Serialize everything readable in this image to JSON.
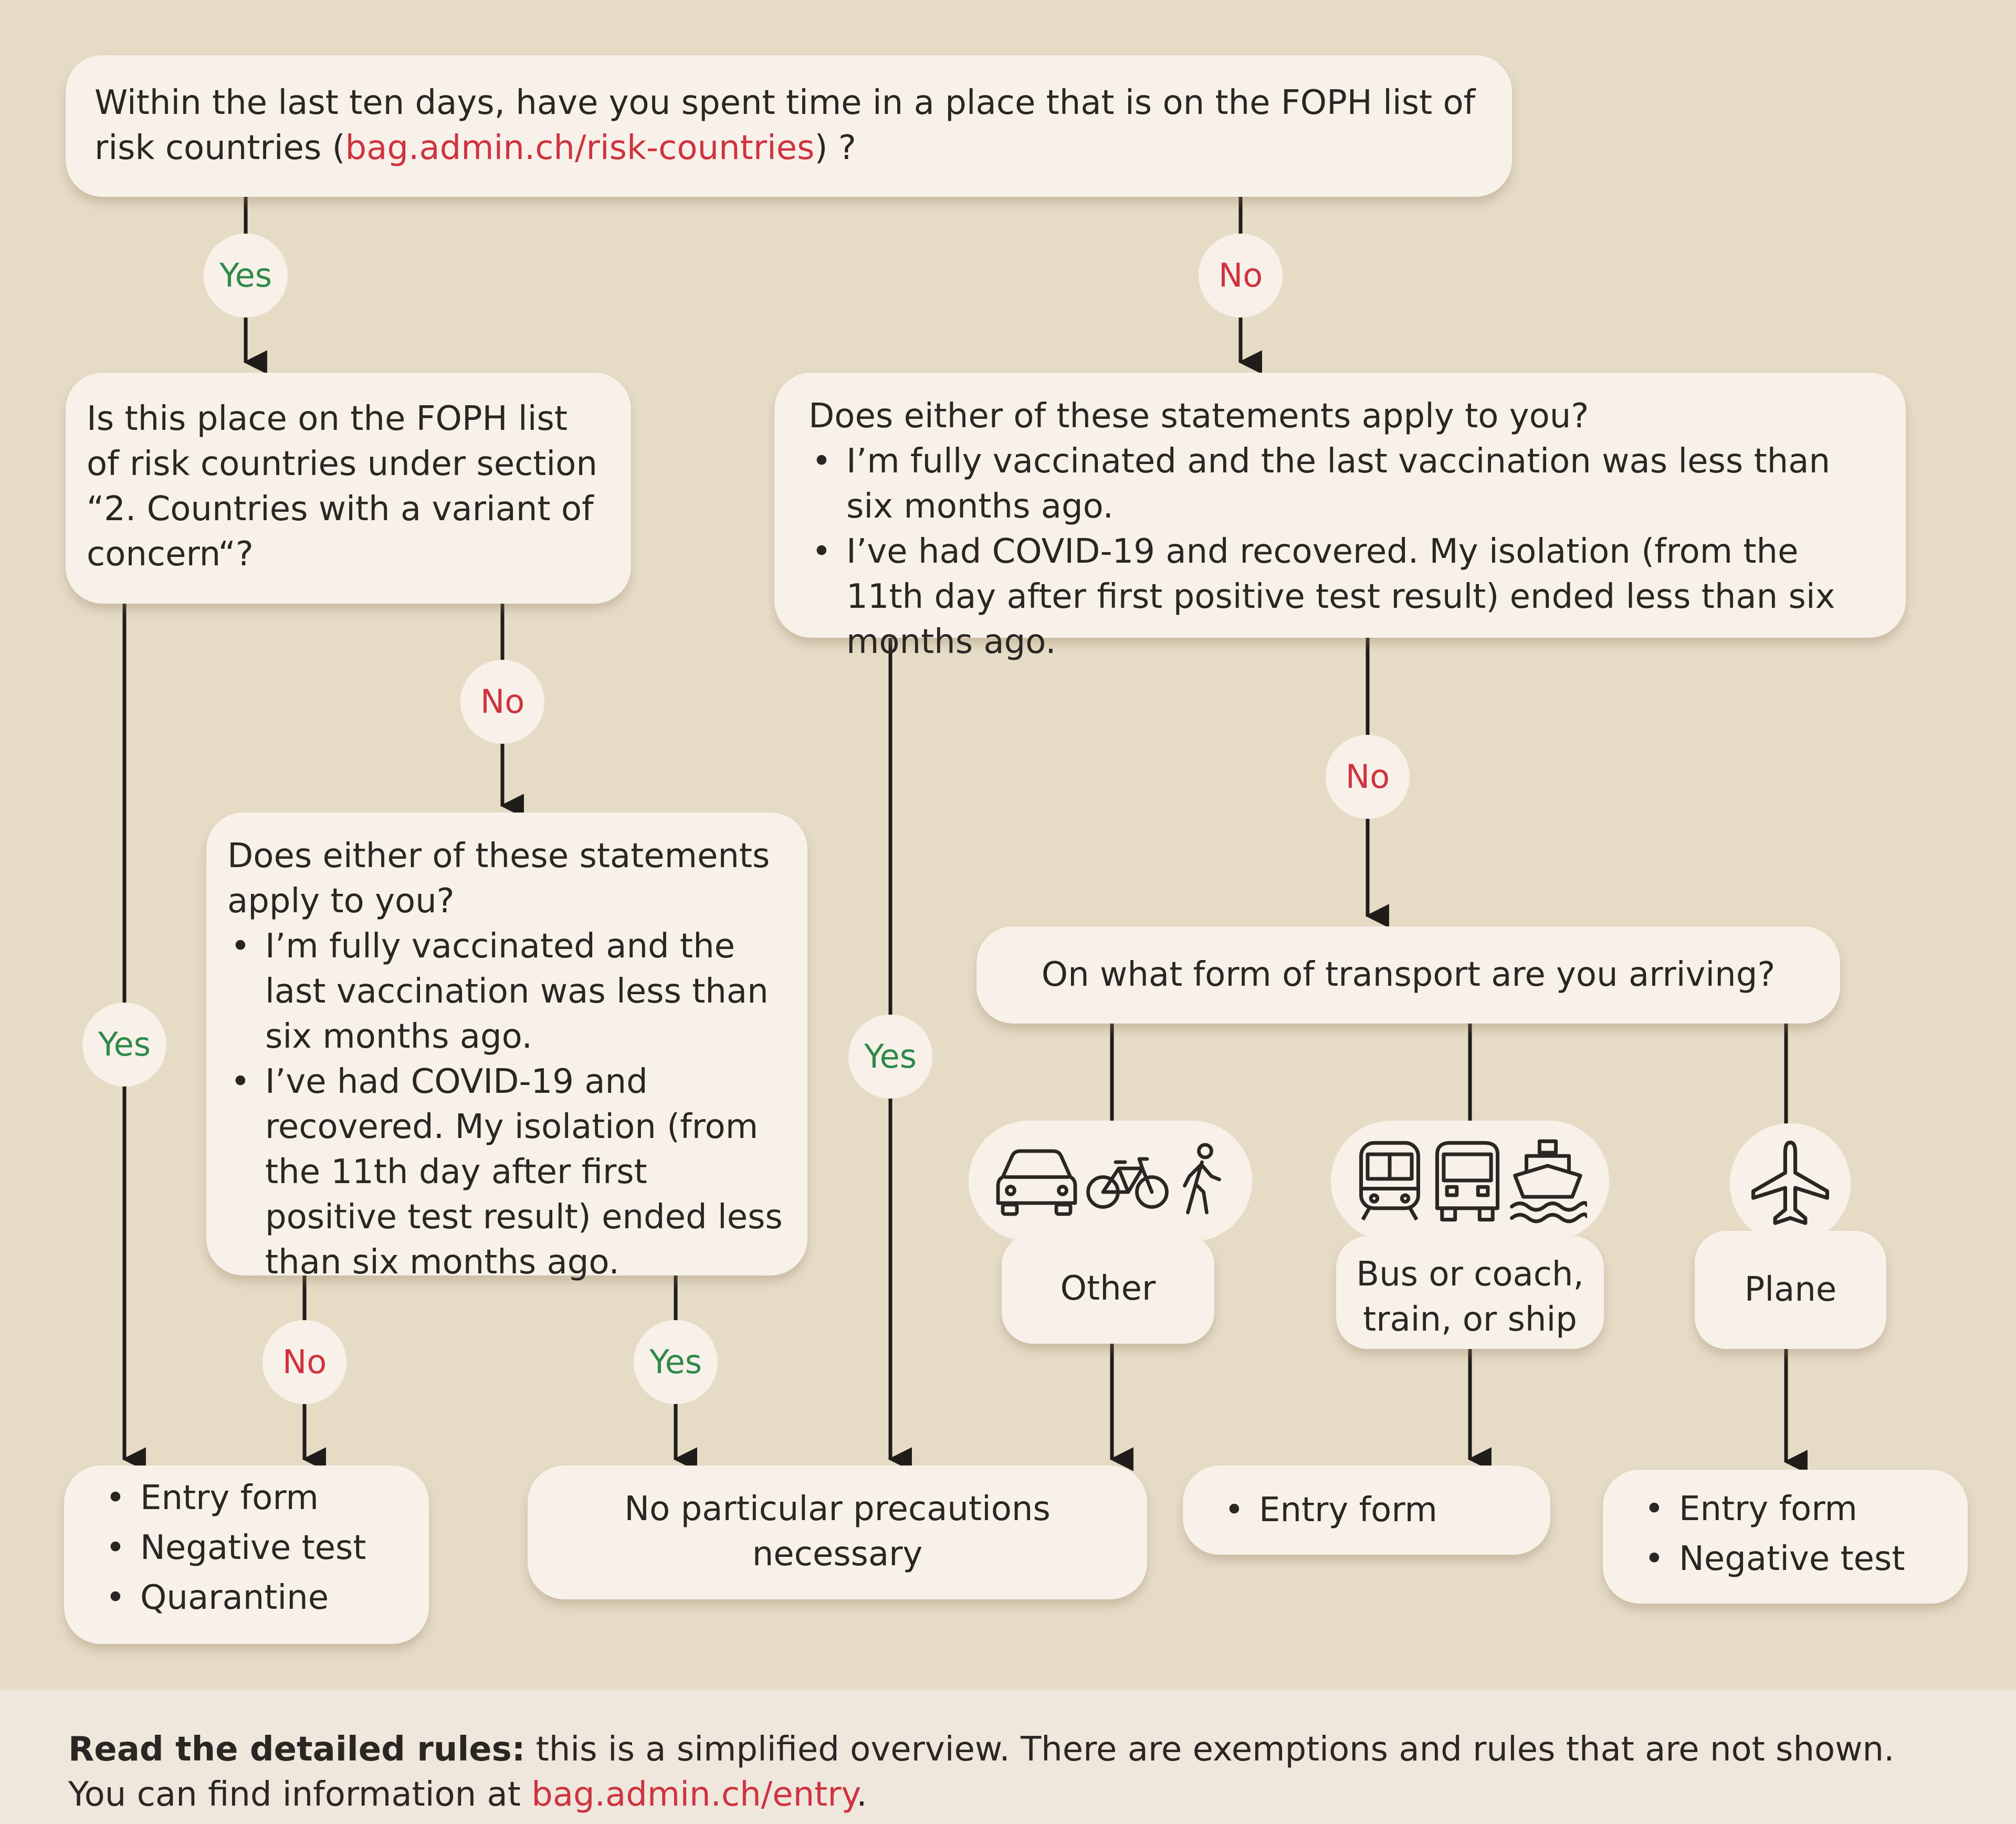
{
  "q1": {
    "text_before": "Within the last ten days, have you spent time in a place that is on the FOPH list of risk countries (",
    "link": "bag.admin.ch/risk-countries",
    "text_after": ") ?"
  },
  "q2": {
    "text": "Is this place on the FOPH list of risk countries under section “2. Countries with a variant of concern“?"
  },
  "q3": {
    "lead": "Does either of these statements apply to you?",
    "bullets": [
      "I’m fully vaccinated and the last vaccination was less than six months ago.",
      "I’ve had COVID-19 and recovered. My isolation (from the 11th day after first positive test result) ended less than six months ago."
    ]
  },
  "q4": {
    "lead": "Does either of these statements apply to you?",
    "bullets": [
      "I’m fully vaccinated and the last vaccination was less than six months ago.",
      "I’ve had COVID-19 and recovered. My isolation (from the 11th day after first positive test result) ended less than six months ago."
    ]
  },
  "q5": {
    "text": "On what form of transport are you arriving?"
  },
  "transport": {
    "other": {
      "label": "Other",
      "icons": [
        "car-icon",
        "bicycle-icon",
        "pedestrian-icon"
      ]
    },
    "public": {
      "label": "Bus or coach, train, or ship",
      "icons": [
        "train-icon",
        "bus-icon",
        "ship-icon"
      ]
    },
    "plane": {
      "label": "Plane",
      "icons": [
        "airplane-icon"
      ]
    }
  },
  "outcomes": {
    "o1": [
      "Entry form",
      "Negative test",
      "Quarantine"
    ],
    "o2": "No particular precautions necessary",
    "o3": [
      "Entry form"
    ],
    "o4": [
      "Entry form",
      "Negative test"
    ]
  },
  "answers": {
    "yes": "Yes",
    "no": "No"
  },
  "footer": {
    "bold": "Read the detailed rules:",
    "text": " this is a simplified overview. There are exemptions and rules that are not shown. You can find information at ",
    "link": "bag.admin.ch/entry",
    "end": "."
  },
  "colors": {
    "background": "#e6dcc6",
    "box": "#f8f1e9",
    "yes": "#2e8a4a",
    "no": "#cf3340",
    "link": "#cf3340",
    "line": "#1f1c1a"
  }
}
